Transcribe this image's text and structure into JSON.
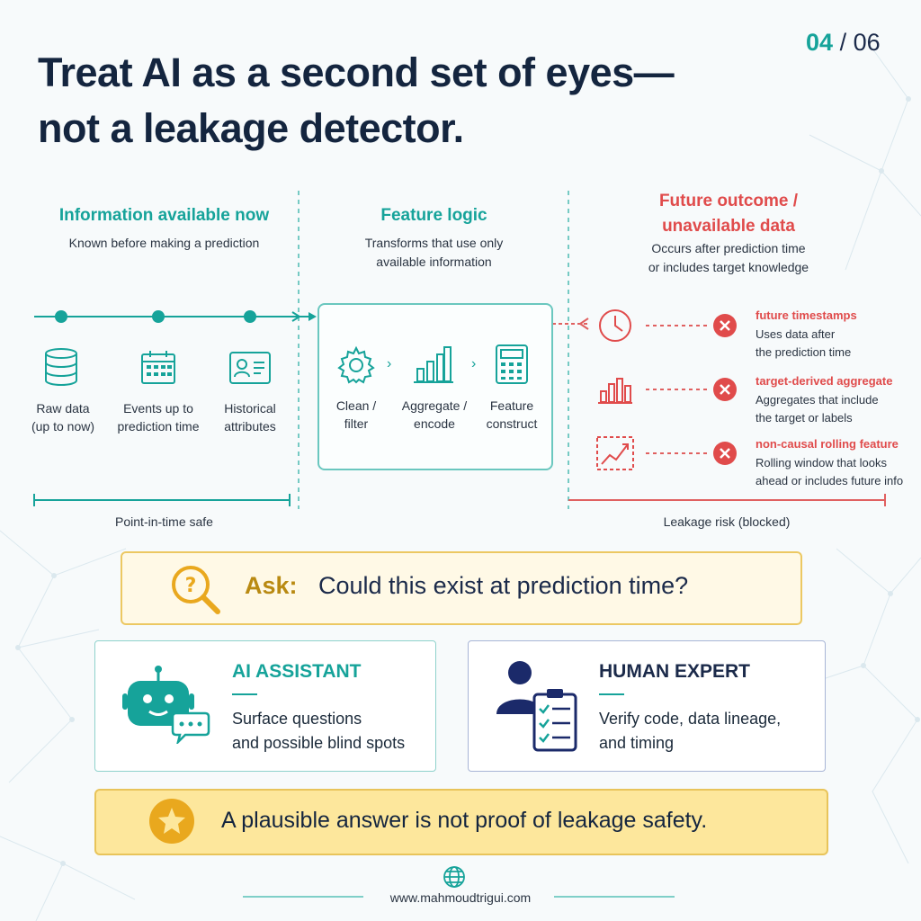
{
  "page": {
    "current": "04",
    "total": "/ 06"
  },
  "title": {
    "line1": "Treat AI as a second set of eyes—",
    "line2": "not a leakage detector."
  },
  "columns": {
    "available": {
      "heading": "Information available now",
      "sub": "Known before making a prediction"
    },
    "logic": {
      "heading": "Feature logic",
      "sub_line1": "Transforms that use only",
      "sub_line2": "available information"
    },
    "future": {
      "heading_line1": "Future outcome /",
      "heading_line2": "unavailable data",
      "sub_line1": "Occurs after prediction time",
      "sub_line2": "or includes target knowledge"
    }
  },
  "timeline_items": [
    {
      "icon": "database-icon",
      "line1": "Raw data",
      "line2": "(up to now)"
    },
    {
      "icon": "calendar-icon",
      "line1": "Events up to",
      "line2": "prediction time"
    },
    {
      "icon": "id-card-icon",
      "line1": "Historical",
      "line2": "attributes"
    }
  ],
  "logic_steps": [
    {
      "icon": "gear-icon",
      "line1": "Clean /",
      "line2": "filter"
    },
    {
      "icon": "bar-chart-icon",
      "line1": "Aggregate /",
      "line2": "encode"
    },
    {
      "icon": "calculator-icon",
      "line1": "Feature",
      "line2": "construct"
    }
  ],
  "risks": [
    {
      "icon": "clock-icon",
      "title": "future timestamps",
      "desc_line1": "Uses data after",
      "desc_line2": "the prediction time"
    },
    {
      "icon": "bar-chart-icon",
      "title": "target-derived aggregate",
      "desc_line1": "Aggregates that include",
      "desc_line2": "the target or labels"
    },
    {
      "icon": "trend-chart-icon",
      "title": "non-causal rolling feature",
      "desc_line1": "Rolling window that looks",
      "desc_line2": "ahead or includes future info"
    }
  ],
  "safe_label": "Point-in-time safe",
  "risk_label": "Leakage risk (blocked)",
  "ask": {
    "label": "Ask:",
    "question": "Could this exist at prediction time?"
  },
  "cards": {
    "ai": {
      "heading": "AI ASSISTANT",
      "line1": "Surface questions",
      "line2": "and possible blind spots"
    },
    "human": {
      "heading": "HUMAN EXPERT",
      "line1": "Verify code, data lineage,",
      "line2": "and timing"
    }
  },
  "warning": "A plausible answer is not proof of leakage safety.",
  "footer": {
    "url": "www.mahmoudtrigui.com"
  },
  "colors": {
    "teal": "#16a39a",
    "red": "#e04b4b",
    "navy": "#1b2a4a",
    "gold": "#ecc862"
  }
}
